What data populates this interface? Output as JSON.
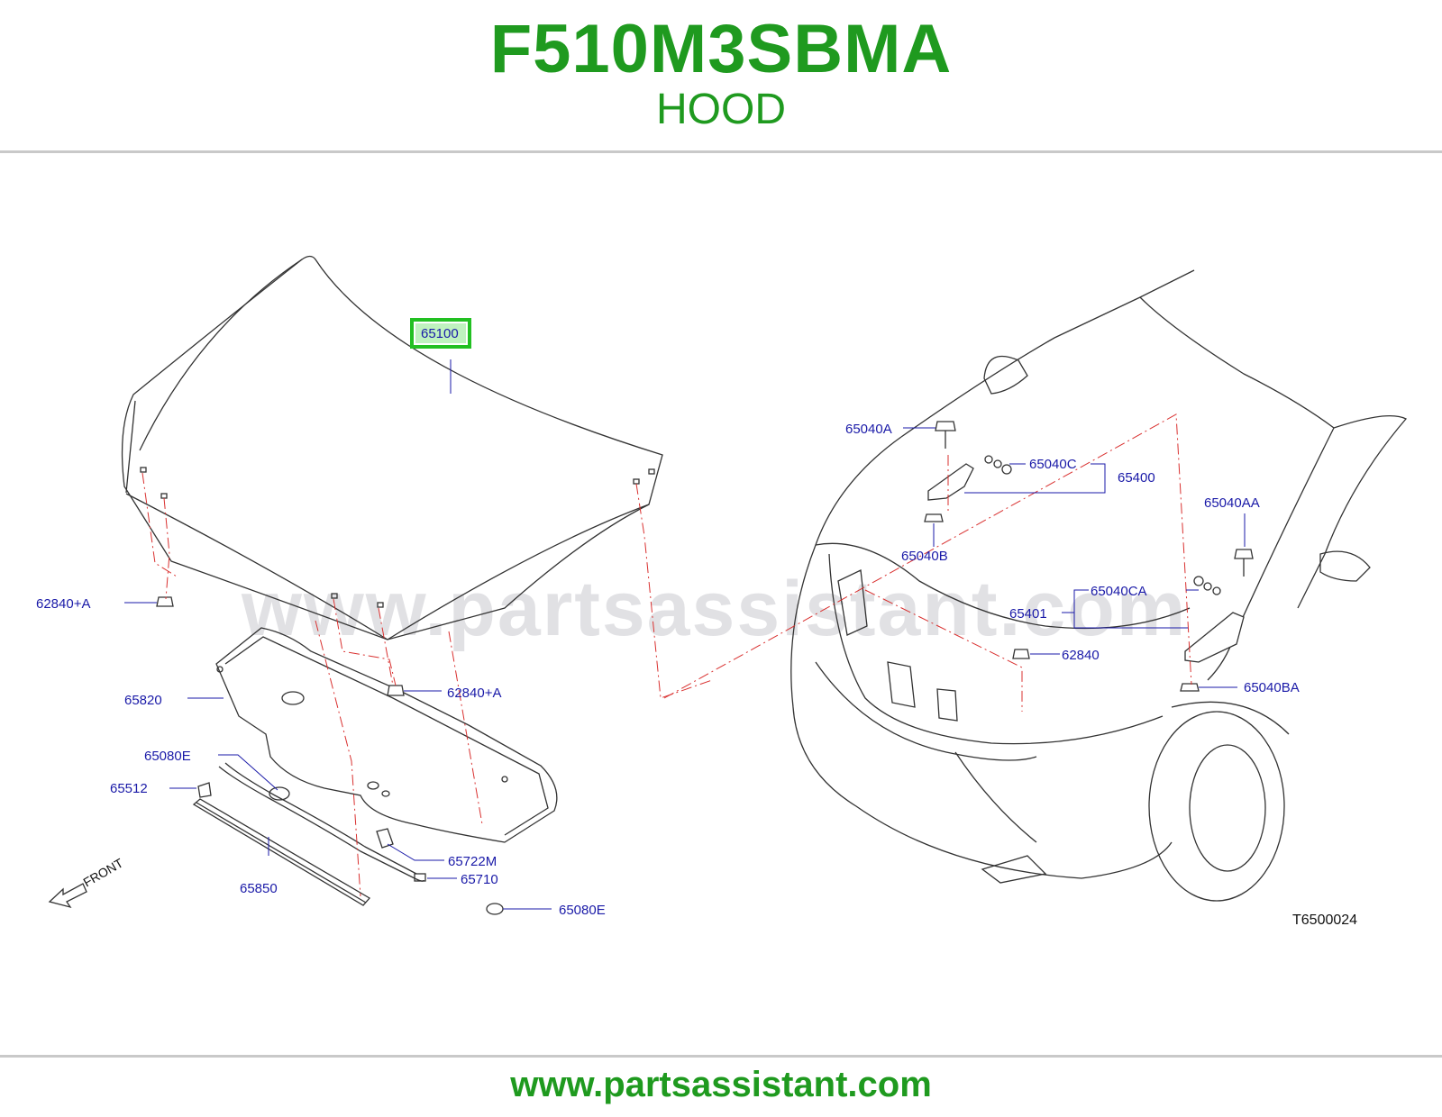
{
  "header": {
    "model_code": "F510M3SBMA",
    "section_title": "HOOD"
  },
  "footer": {
    "site_url": "www.partsassistant.com"
  },
  "diagram": {
    "watermark": "www.partsassistant.com",
    "illustration_code": "T6500024",
    "front_label": "FRONT",
    "highlight_color": "#22c022",
    "label_color": "#1a1aa8",
    "callouts": {
      "hood": "65100",
      "grommet_left": "62840+A",
      "grommet_mid": "62840+A",
      "insulator": "65820",
      "clip_upper": "65080E",
      "clip_lower": "65080E",
      "cable_clip": "65512",
      "seal": "65850",
      "bracket": "65722M",
      "release_cable": "65710",
      "bolt_left": "65040A",
      "nut_left": "65040C",
      "hinge_left": "65400",
      "nut_b_left": "65040B",
      "bolt_right": "65040AA",
      "nut_right": "65040CA",
      "hinge_right": "65401",
      "bumper_stop": "62840",
      "nut_b_right": "65040BA"
    }
  }
}
